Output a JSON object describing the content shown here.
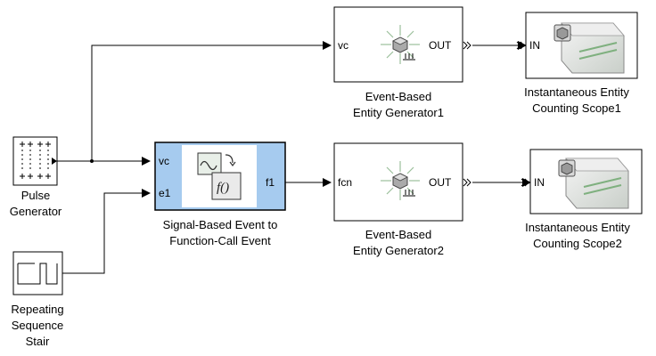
{
  "blocks": {
    "pulse_generator": {
      "label_lines": [
        "Pulse",
        "Generator"
      ]
    },
    "repeating_stair": {
      "label_lines": [
        "Repeating",
        "Sequence",
        "Stair"
      ]
    },
    "signal_to_function_call": {
      "label_lines": [
        "Signal-Based Event to",
        "Function-Call Event"
      ],
      "in_ports": [
        "vc",
        "e1"
      ],
      "out_ports": [
        "f1"
      ],
      "fill_color": "#a6cbef"
    },
    "entity_generator_1": {
      "label_lines": [
        "Event-Based",
        "Entity Generator1"
      ],
      "in_ports": [
        "vc"
      ],
      "out_ports": [
        "OUT"
      ]
    },
    "entity_generator_2": {
      "label_lines": [
        "Event-Based",
        "Entity Generator2"
      ],
      "in_ports": [
        "fcn"
      ],
      "out_ports": [
        "OUT"
      ]
    },
    "scope_1": {
      "label_lines": [
        "Instantaneous Entity",
        "Counting Scope1"
      ],
      "in_ports": [
        "IN"
      ]
    },
    "scope_2": {
      "label_lines": [
        "Instantaneous Entity",
        "Counting Scope2"
      ],
      "in_ports": [
        "IN"
      ]
    }
  }
}
